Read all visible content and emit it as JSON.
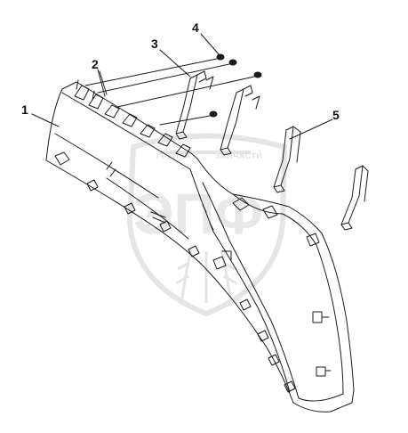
{
  "diagram": {
    "callouts": [
      {
        "id": "1",
        "label": "1"
      },
      {
        "id": "2",
        "label": "2"
      },
      {
        "id": "3",
        "label": "3"
      },
      {
        "id": "4",
        "label": "4"
      },
      {
        "id": "5",
        "label": "5"
      }
    ]
  },
  "watermark": {
    "left_word": "ГРУППА",
    "right_word": "ЗАПЧАСТИ",
    "monogram": "ЭПФ",
    "color": "#d9d9d9"
  },
  "colors": {
    "line": "#1a1a1a",
    "background": "#ffffff"
  }
}
